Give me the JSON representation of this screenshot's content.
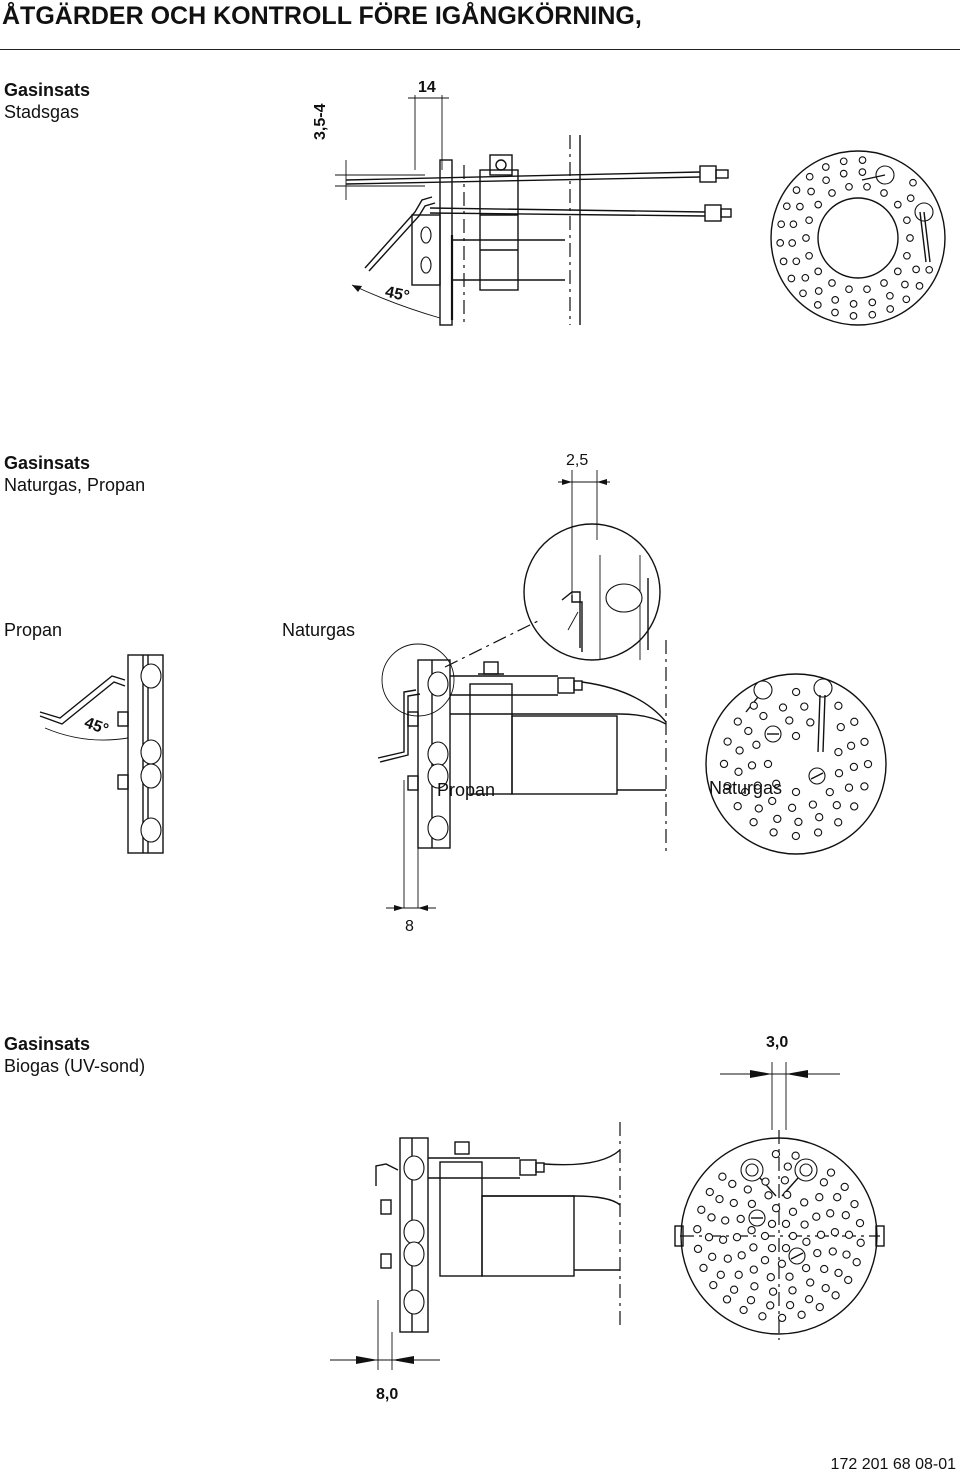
{
  "page": {
    "title": "ÅTGÄRDER OCH KONTROLL FÖRE IGÅNGKÖRNING,",
    "doc_number": "172 201 68  08-01"
  },
  "sections": [
    {
      "title": "Gasinsats",
      "subtitle": "Stadsgas",
      "dims": {
        "width_top": "14",
        "gap_side": "3,5-4",
        "angle": "45°"
      }
    },
    {
      "title": "Gasinsats",
      "subtitle": "Naturgas, Propan",
      "dims": {
        "gap_top": "2,5",
        "angle": "45°",
        "gap_bottom": "8"
      },
      "labels": {
        "propan_left": "Propan",
        "naturgas_top": "Naturgas",
        "propan_center": "Propan",
        "naturgas_right": "Naturgas"
      }
    },
    {
      "title": "Gasinsats",
      "subtitle": "Biogas (UV-sond)",
      "dims": {
        "gap_top": "3,0",
        "gap_bottom": "8,0"
      }
    }
  ]
}
